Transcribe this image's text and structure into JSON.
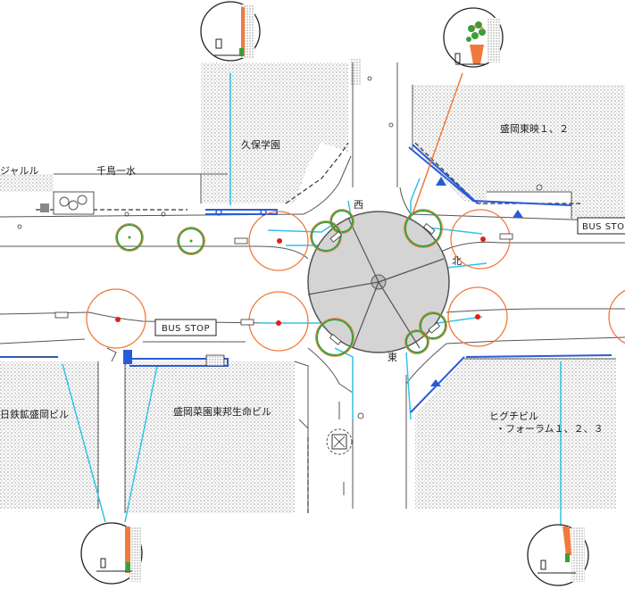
{
  "labels": {
    "kubo_gakuen": "久保学園",
    "chidori_issui": "千鳥一水",
    "jaruru": "ジャルル",
    "morioka_toei": "盛岡東映１、２",
    "nittetsu_bldg": "日鉄鉱盛岡ビル",
    "morioka_saien_bldg": "盛岡菜園東邦生命ビル",
    "higuchi_bldg": "ヒグチビル",
    "forum": "・フォーラム１、２、３",
    "dir_west": "西",
    "dir_north": "北",
    "dir_east": "東"
  },
  "bus_stops": {
    "right": "BUS STOP",
    "left": "BUS STOP"
  },
  "colors": {
    "building_stipple": "#9a9a9a",
    "road_line": "#555555",
    "cyan_line": "#33c2e6",
    "blue_line": "#2a5bd7",
    "orange_circle": "#f07a3c",
    "green_tree": "#3a9e3a",
    "red_dot": "#e0201a",
    "center_fill": "#d4d4d4"
  }
}
